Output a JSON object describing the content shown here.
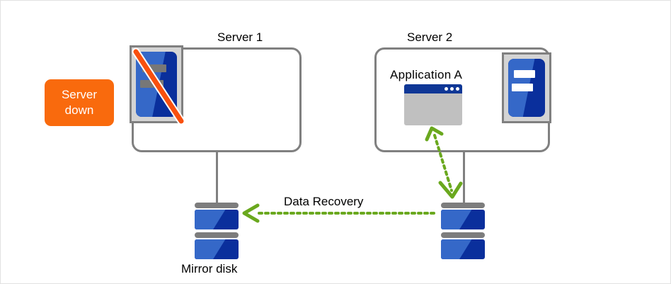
{
  "diagram": {
    "title_server1": "Server 1",
    "title_server2": "Server 2",
    "application_label": "Application A",
    "mirror_disk_label": "Mirror disk",
    "data_recovery_label": "Data Recovery",
    "status_badge": {
      "line1": "Server",
      "line2": "down",
      "color": "#f96a0d",
      "text_color": "#ffffff"
    },
    "colors": {
      "box_border": "#808080",
      "server_chassis_dark": "#0a2f9c",
      "server_chassis_light": "#3568c8",
      "icon_frame": "#d4d4d4",
      "down_bar": "#777777",
      "up_bar": "#ffffff",
      "app_titlebar": "#0f3796",
      "app_body": "#c0c0c0",
      "arrow_green": "#6aa81e",
      "slash_orange": "#f9500f",
      "disk_cap_gray": "#7d7d7d",
      "canvas_border": "#e2e2e2"
    },
    "icons": {
      "server1": "server-down-icon",
      "server2": "server-running-icon",
      "app": "application-window-icon",
      "disk_left": "mirror-disk-icon",
      "disk_right": "data-disk-icon"
    },
    "arrows": {
      "recovery_direction": "right-to-left",
      "recovery_style": "dotted",
      "mirror_direction": "bidirectional",
      "mirror_style": "dotted"
    }
  }
}
